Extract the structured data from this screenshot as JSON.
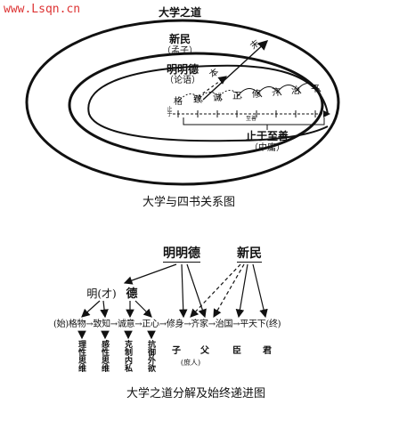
{
  "watermark": "www.Lsqn.cn",
  "fig1": {
    "outer_title": "大学之道",
    "xinmin": "新民",
    "xinmin_src": "（孟子）",
    "mingmingde": "明明德",
    "mingmingde_src": "（论语）",
    "mo": "末",
    "ben": "本",
    "steps": [
      "格",
      "致",
      "诚",
      "正",
      "修",
      "齐",
      "治",
      "平"
    ],
    "zhi_left": "止于",
    "zhi_mid": "至善",
    "goal": "止于至善",
    "goal_src": "（中庸）",
    "caption": "大学与四书关系图"
  },
  "fig2": {
    "mingmingde": "明明德",
    "xinmin": "新民",
    "ming_cai": "明(才)",
    "de": "德",
    "chain": "(始)格物→致知→诚意→正心→修身→齐家→治国→平天下(终)",
    "labels_v": [
      "理性思维",
      "感性思维",
      "克制内私",
      "抗御外欲"
    ],
    "roles": [
      "子",
      "父",
      "臣",
      "君"
    ],
    "role_sub": "(庶人)",
    "caption": "大学之道分解及始终递进图"
  }
}
